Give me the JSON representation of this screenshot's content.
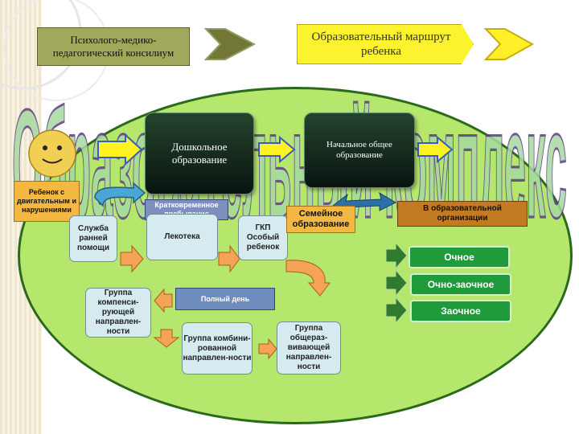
{
  "header": {
    "council_label": "Психолого-медико-педагогический консилиум",
    "route_label": "Образовательный маршрут ребенка"
  },
  "background_title": "Образовательный комплекс",
  "stages": {
    "preschool": "Дошкольное образование",
    "primary": "Начальное общее образование"
  },
  "child_label": "Ребенок с двигательным и нарушениями",
  "preschool_forms": {
    "short_stay": "Кратковременное пребывание",
    "early_help": "Служба ранней помощи",
    "lekoteka": "Лекотека",
    "gkp": "ГКП Особый ребенок",
    "full_day": "Полный день",
    "compensating": "Группа компенси-рующей направлен-ности",
    "combined": "Группа комбини-рованной направлен-ности",
    "general": "Группа общераз-вивающей направлен-ности"
  },
  "school_forms": {
    "family": "Семейное образование",
    "in_org": "В образовательной организации",
    "modes": [
      "Очное",
      "Очно-заочное",
      "Заочное"
    ]
  },
  "colors": {
    "field_green": "#b6e76d",
    "header_olive": "#a1a85b",
    "route_yellow": "#fcf22e",
    "stage_dark": "#0f2318",
    "orange": "#f2b842",
    "brown": "#c27a23",
    "mode_green": "#1f9b3c",
    "arrow_salmon": "#f6a35a",
    "arrow_dark_green": "#2f7a2e",
    "outline_purple": "#5a3d84"
  },
  "icons": [
    "smiley-face-icon",
    "right-arrow-icon",
    "curved-arrow-icon",
    "down-arrow-icon",
    "double-headed-arrow-icon"
  ]
}
